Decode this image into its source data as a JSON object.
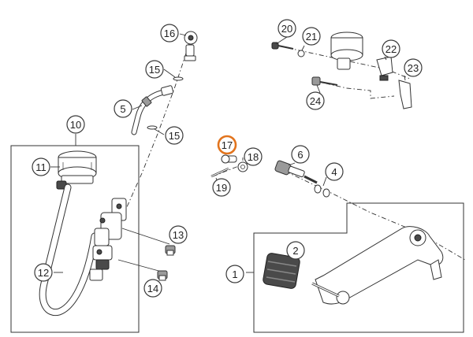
{
  "callouts": [
    {
      "id": "1",
      "label": "1"
    },
    {
      "id": "2",
      "label": "2"
    },
    {
      "id": "4",
      "label": "4"
    },
    {
      "id": "5",
      "label": "5"
    },
    {
      "id": "6",
      "label": "6"
    },
    {
      "id": "10",
      "label": "10"
    },
    {
      "id": "11",
      "label": "11"
    },
    {
      "id": "12",
      "label": "12"
    },
    {
      "id": "13",
      "label": "13"
    },
    {
      "id": "14",
      "label": "14"
    },
    {
      "id": "15a",
      "label": "15"
    },
    {
      "id": "15b",
      "label": "15"
    },
    {
      "id": "16",
      "label": "16"
    },
    {
      "id": "17",
      "label": "17"
    },
    {
      "id": "18",
      "label": "18"
    },
    {
      "id": "19",
      "label": "19"
    },
    {
      "id": "20",
      "label": "20"
    },
    {
      "id": "21",
      "label": "21"
    },
    {
      "id": "22",
      "label": "22"
    },
    {
      "id": "23",
      "label": "23"
    },
    {
      "id": "24",
      "label": "24"
    }
  ],
  "colors": {
    "highlight": "#e2741d",
    "line": "#333333"
  }
}
